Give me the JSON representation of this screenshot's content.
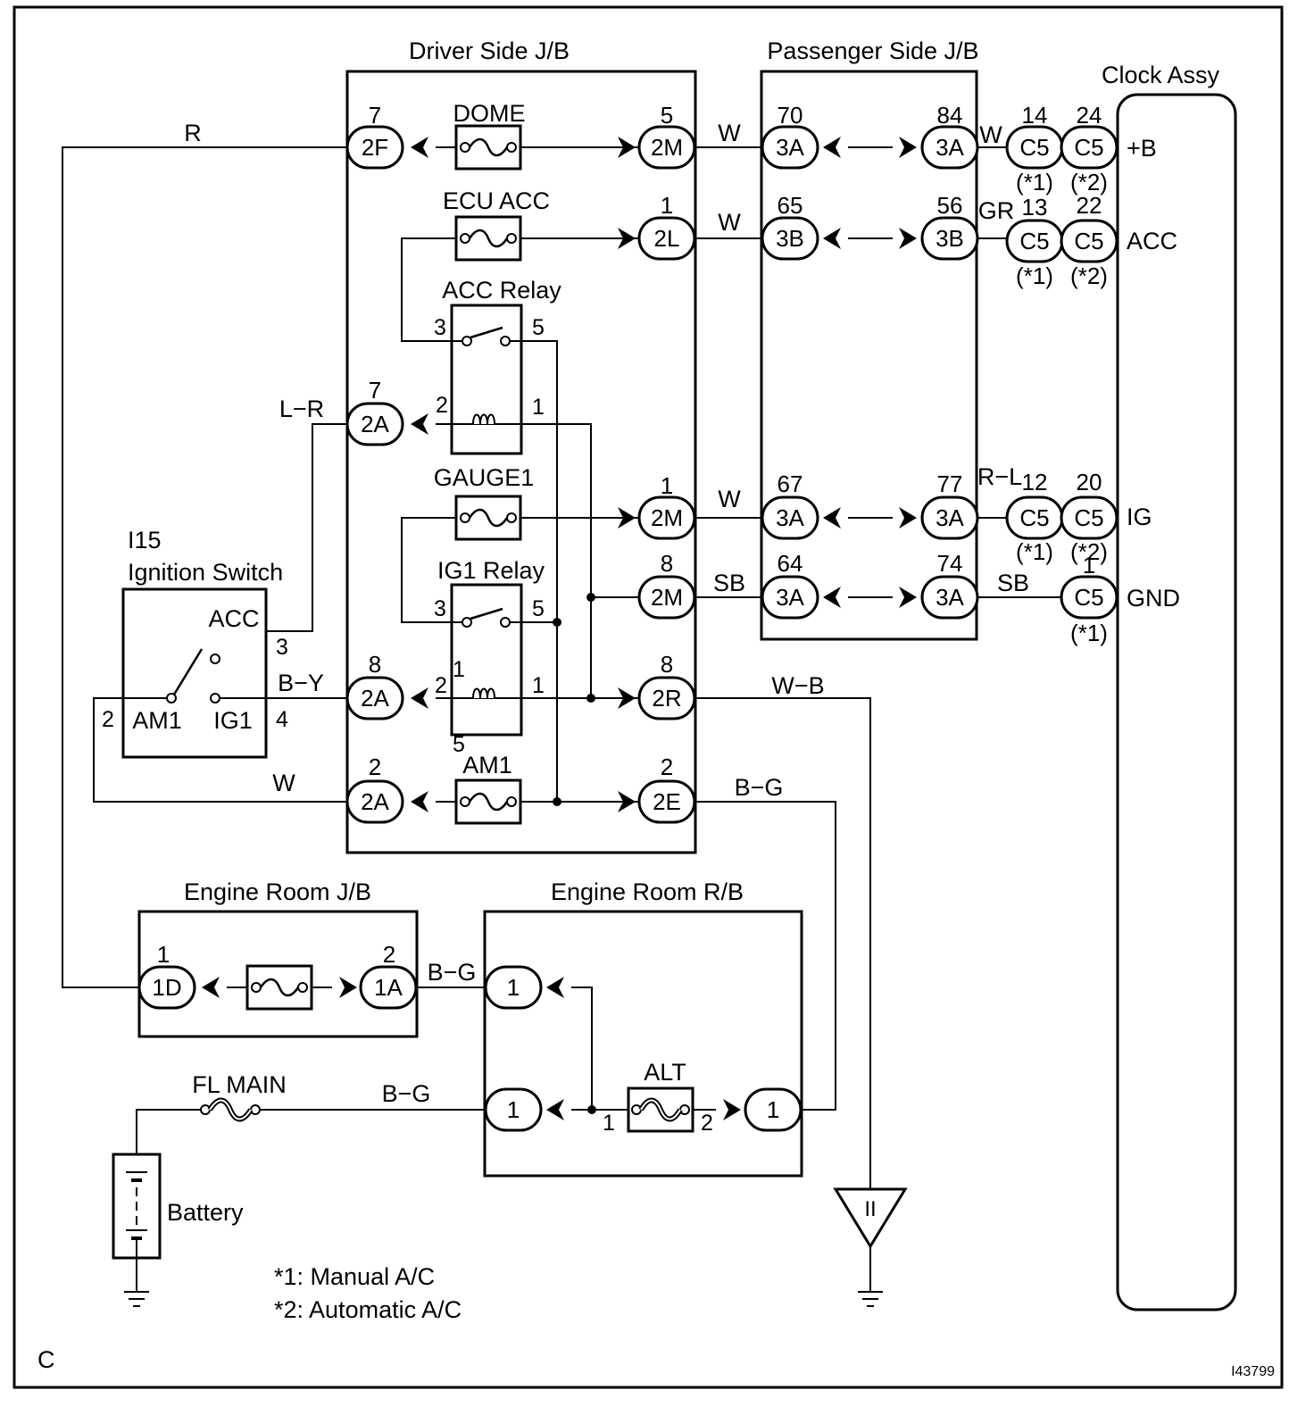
{
  "blocks": {
    "driver_jb": "Driver Side J/B",
    "passenger_jb": "Passenger Side J/B",
    "clock": "Clock Assy",
    "ign_id": "I15",
    "ign_name": "Ignition Switch",
    "eng_jb": "Engine Room J/B",
    "eng_rb": "Engine Room R/B",
    "battery": "Battery"
  },
  "fuses": {
    "dome": "DOME",
    "ecu_acc": "ECU ACC",
    "gauge1": "GAUGE1",
    "am1": "AM1",
    "alt": "ALT",
    "fl_main": "FL MAIN"
  },
  "relays": {
    "acc": "ACC Relay",
    "ig1": "IG1 Relay"
  },
  "switch": {
    "acc": "ACC",
    "am1": "AM1",
    "ig1": "IG1",
    "pin_acc": "3",
    "pin_ig1": "4",
    "pin_am1": "2"
  },
  "clock_terminals": {
    "b": "+B",
    "acc": "ACC",
    "ig": "IG",
    "gnd": "GND"
  },
  "connectors": {
    "dj_2f": {
      "code": "2F",
      "pin": "7"
    },
    "dj_2m_top": {
      "code": "2M",
      "pin": "5"
    },
    "dj_2l": {
      "code": "2L",
      "pin": "1"
    },
    "dj_2a_lr": {
      "code": "2A",
      "pin": "7"
    },
    "dj_2m_mid": {
      "code": "2M",
      "pin": "1"
    },
    "dj_2m_sb": {
      "code": "2M",
      "pin": "8"
    },
    "dj_2a_by": {
      "code": "2A",
      "pin": "8"
    },
    "dj_2r": {
      "code": "2R",
      "pin": "8"
    },
    "dj_2a_w": {
      "code": "2A",
      "pin": "2"
    },
    "dj_2e": {
      "code": "2E",
      "pin": "2"
    },
    "pj_3a_70": {
      "code": "3A",
      "pin": "70"
    },
    "pj_3a_84": {
      "code": "3A",
      "pin": "84"
    },
    "pj_3b_65": {
      "code": "3B",
      "pin": "65"
    },
    "pj_3b_56": {
      "code": "3B",
      "pin": "56"
    },
    "pj_3a_67": {
      "code": "3A",
      "pin": "67"
    },
    "pj_3a_77": {
      "code": "3A",
      "pin": "77"
    },
    "pj_3a_64": {
      "code": "3A",
      "pin": "64"
    },
    "pj_3a_74": {
      "code": "3A",
      "pin": "74"
    },
    "c5_14": {
      "code": "C5",
      "pin": "14",
      "note": "(*1)"
    },
    "c5_24": {
      "code": "C5",
      "pin": "24",
      "note": "(*2)"
    },
    "c5_13": {
      "code": "C5",
      "pin": "13",
      "note": "(*1)"
    },
    "c5_22": {
      "code": "C5",
      "pin": "22",
      "note": "(*2)"
    },
    "c5_12": {
      "code": "C5",
      "pin": "12",
      "note": "(*1)"
    },
    "c5_20": {
      "code": "C5",
      "pin": "20",
      "note": "(*2)"
    },
    "c5_gnd": {
      "code": "C5",
      "pin": "1",
      "note": "(*1)"
    },
    "ej_1d": {
      "code": "1D",
      "pin": "1"
    },
    "ej_1a": {
      "code": "1A",
      "pin": "2"
    },
    "rb_1_a": {
      "code": "1"
    },
    "rb_1_b": {
      "code": "1"
    },
    "rb_1_c": {
      "code": "1"
    }
  },
  "relay_pins": {
    "acc_3": "3",
    "acc_5": "5",
    "acc_2": "2",
    "acc_1": "1",
    "ig1_3": "3",
    "ig1_5": "5",
    "ig1_2": "2",
    "ig1_1": "1",
    "ig1_1b": "1",
    "ig1_5b": "5",
    "alt_1": "1",
    "alt_2": "2"
  },
  "wires": {
    "r": "R",
    "w_top": "W",
    "w_top2": "W",
    "w_ecu": "W",
    "gr": "GR",
    "lr": "L−R",
    "w_gauge": "W",
    "rl": "R−L",
    "sb": "SB",
    "sb2": "SB",
    "by": "B−Y",
    "wb": "W−B",
    "w_am1": "W",
    "bg": "B−G",
    "bg_ej": "B−G",
    "bg_fl": "B−G"
  },
  "ground_symbol": "II",
  "notes": {
    "n1": "*1: Manual A/C",
    "n2": "*2: Automatic A/C"
  },
  "corner": "C",
  "figure_id": "I43799"
}
